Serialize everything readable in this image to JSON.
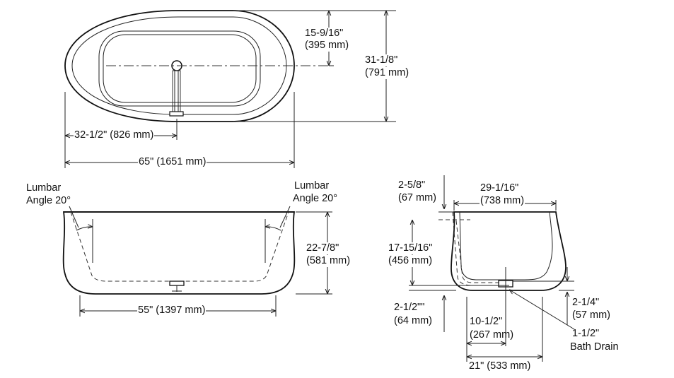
{
  "top_view": {
    "half_width": "15-9/16\"",
    "half_width_mm": "(395 mm)",
    "width": "31-1/8\"",
    "width_mm": "(791 mm)",
    "drain_offset": "32-1/2\" (826 mm)",
    "length": "65\" (1651 mm)"
  },
  "side_view": {
    "lumbar_left_1": "Lumbar",
    "lumbar_left_2": "Angle 20°",
    "lumbar_right_1": "Lumbar",
    "lumbar_right_2": "Angle 20°",
    "height": "22-7/8\"",
    "height_mm": "(581 mm)",
    "bottom_length": "55\" (1397 mm)"
  },
  "end_view": {
    "rim_drop": "2-5/8\"",
    "rim_drop_mm": "(67 mm)",
    "top_width": "29-1/16\"",
    "top_width_mm": "(738 mm)",
    "depth": "17-15/16\"",
    "depth_mm": "(456 mm)",
    "floor_thickness": "2-1/2\"\"",
    "floor_thickness_mm": "(64 mm)",
    "drain_height": "2-1/4\"",
    "drain_height_mm": "(57 mm)",
    "drain_center": "10-1/2\"",
    "drain_center_mm": "(267 mm)",
    "drain_size": "1-1/2\"",
    "drain_label": "Bath Drain",
    "base_width": "21\" (533 mm)"
  }
}
